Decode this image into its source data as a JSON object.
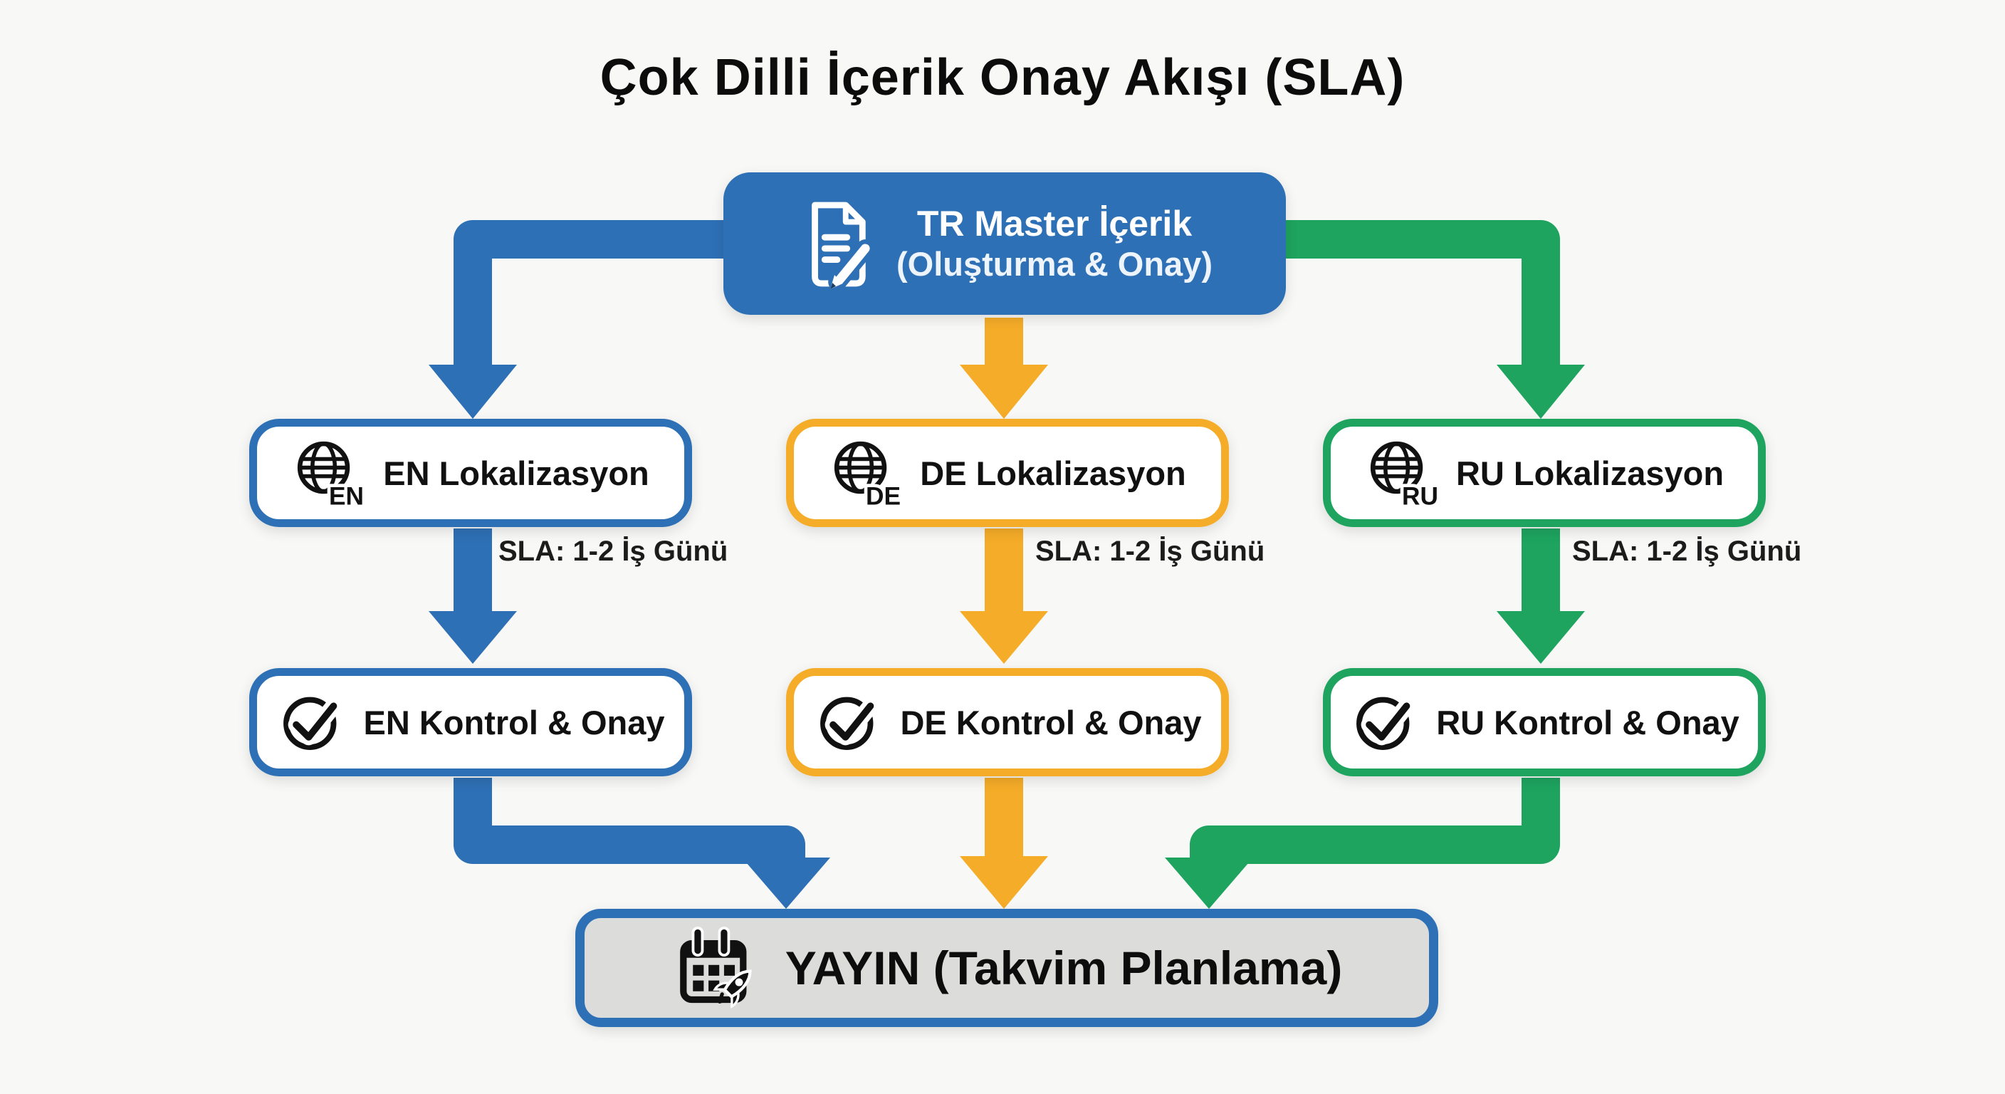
{
  "title": "Çok Dilli İçerik Onay Akışı (SLA)",
  "colors": {
    "blue": "#2e70b5",
    "yellow": "#f5ac28",
    "green": "#1ea45f",
    "publish_fill": "#dcdcda",
    "background": "#f8f8f6",
    "text": "#111111",
    "master_text": "#ffffff"
  },
  "master": {
    "title": "TR Master İçerik",
    "subtitle": "(Oluşturma & Onay)",
    "icon": "document-edit-icon"
  },
  "branches": [
    {
      "code": "EN",
      "color": "#2e70b5",
      "localization": "EN Lokalizasyon",
      "sla": "SLA: 1-2 İş Günü",
      "review": "EN Kontrol & Onay"
    },
    {
      "code": "DE",
      "color": "#f5ac28",
      "localization": "DE Lokalizasyon",
      "sla": "SLA: 1-2 İş Günü",
      "review": "DE Kontrol & Onay"
    },
    {
      "code": "RU",
      "color": "#1ea45f",
      "localization": "RU Lokalizasyon",
      "sla": "SLA: 1-2 İş Günü",
      "review": "RU Kontrol & Onay"
    }
  ],
  "publish": {
    "label": "YAYIN (Takvim Planlama)",
    "icon": "calendar-rocket-icon"
  }
}
